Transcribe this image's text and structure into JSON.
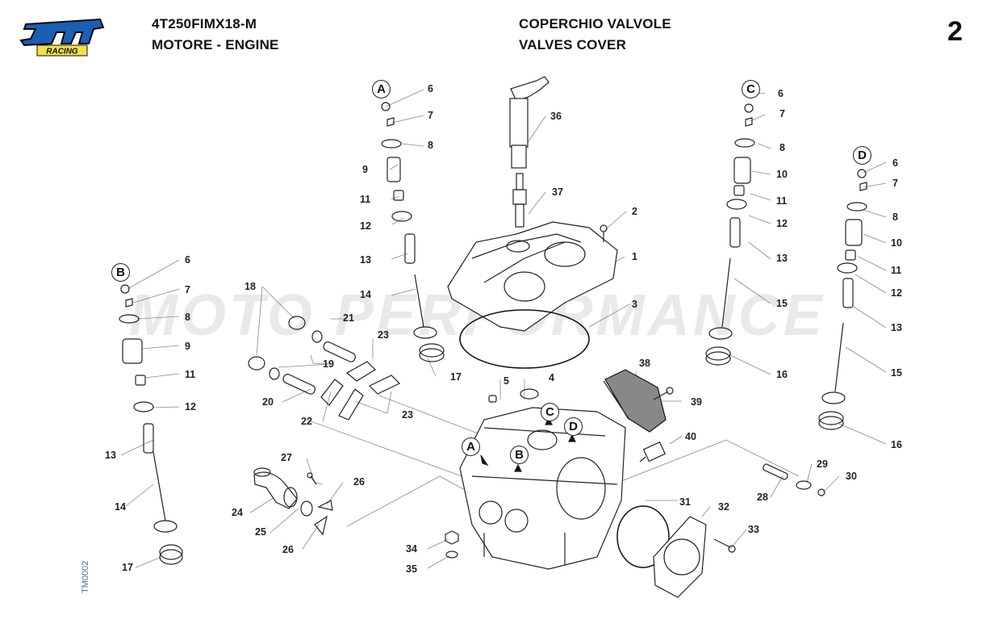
{
  "header": {
    "model_code": "4T250FIMX18-M",
    "group": "MOTORE - ENGINE",
    "title_it": "COPERCHIO VALVOLE",
    "title_en": "VALVES COVER",
    "page_number": "2"
  },
  "logo": {
    "brand": "tm",
    "sub": "RACING",
    "brand_color": "#1a5fb4",
    "sub_color": "#f2e04a"
  },
  "watermark": "MOTO PERFORMANCE",
  "document_id": "TM0002",
  "detail_bubbles": {
    "A_top": "A",
    "B_left": "B",
    "C_top": "C",
    "D_right": "D",
    "A_head": "A",
    "B_head": "B",
    "C_head": "C",
    "D_head": "D"
  },
  "part_labels": {
    "p1": "1",
    "p2": "2",
    "p3": "3",
    "p4": "4",
    "p5": "5",
    "a6": "6",
    "a7": "7",
    "a8": "8",
    "a9": "9",
    "a11": "11",
    "a12": "12",
    "a13": "13",
    "a14": "14",
    "a17": "17",
    "b6": "6",
    "b7": "7",
    "b8": "8",
    "b9": "9",
    "b11": "11",
    "b12": "12",
    "b13": "13",
    "b14": "14",
    "b17": "17",
    "c6": "6",
    "c7": "7",
    "c8": "8",
    "c10": "10",
    "c11": "11",
    "c12": "12",
    "c13": "13",
    "c15": "15",
    "c16": "16",
    "d6": "6",
    "d7": "7",
    "d8": "8",
    "d10": "10",
    "d11": "11",
    "d12": "12",
    "d13": "13",
    "d15": "15",
    "d16": "16",
    "p18": "18",
    "p19": "19",
    "p20": "20",
    "p21": "21",
    "p22": "22",
    "p23a": "23",
    "p23b": "23",
    "p24": "24",
    "p25": "25",
    "p26a": "26",
    "p26b": "26",
    "p27": "27",
    "p28": "28",
    "p29": "29",
    "p30": "30",
    "p31": "31",
    "p32": "32",
    "p33": "33",
    "p34": "34",
    "p35": "35",
    "p36": "36",
    "p37": "37",
    "p38": "38",
    "p39": "39",
    "p40": "40"
  }
}
